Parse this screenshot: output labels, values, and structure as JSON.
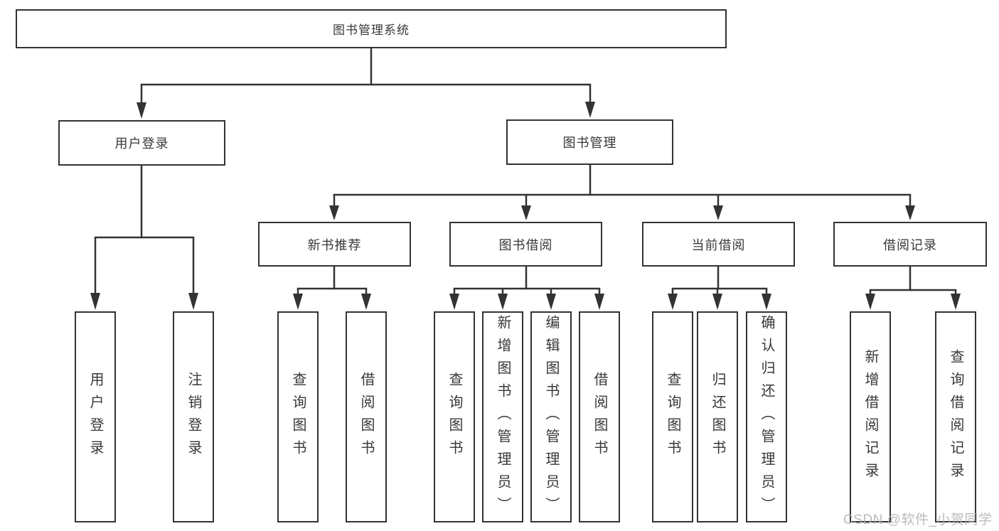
{
  "diagram": {
    "root": {
      "label": "图书管理系统"
    },
    "branches": [
      {
        "label": "用户登录",
        "children": [
          {
            "label": "用户登录"
          },
          {
            "label": "注销登录"
          }
        ]
      },
      {
        "label": "图书管理",
        "children": [
          {
            "label": "新书推荐",
            "children": [
              {
                "label": "查询图书"
              },
              {
                "label": "借阅图书"
              }
            ]
          },
          {
            "label": "图书借阅",
            "children": [
              {
                "label": "查询图书"
              },
              {
                "label": "新增图书（管理员）"
              },
              {
                "label": "编辑图书（管理员）"
              },
              {
                "label": "借阅图书"
              }
            ]
          },
          {
            "label": "当前借阅",
            "children": [
              {
                "label": "查询图书"
              },
              {
                "label": "归还图书"
              },
              {
                "label": "确认归还（管理员）"
              }
            ]
          },
          {
            "label": "借阅记录",
            "children": [
              {
                "label": "新增借阅记录"
              },
              {
                "label": "查询借阅记录"
              }
            ]
          }
        ]
      }
    ]
  },
  "watermark": {
    "text": "CSDN @软件_小贺同学"
  },
  "colors": {
    "line": "#333333",
    "text": "#383838",
    "background": "#ffffff",
    "watermark": "#b0b0b0"
  }
}
